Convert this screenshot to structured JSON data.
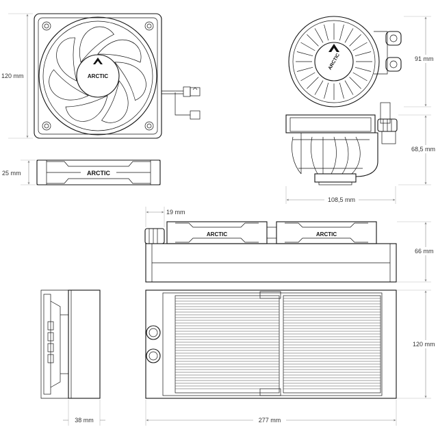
{
  "brand": "ARCTIC",
  "dimensions": {
    "fan_height": "120 mm",
    "fan_thickness": "25 mm",
    "pump_height": "91 mm",
    "pump_depth": "68,5 mm",
    "pump_width": "108,5 mm",
    "fitting_offset": "19 mm",
    "radiator_thickness": "66 mm",
    "radiator_height": "120 mm",
    "radiator_side_depth": "38 mm",
    "radiator_length": "277 mm"
  },
  "colors": {
    "line": "#111111",
    "dimension": "#888888"
  }
}
